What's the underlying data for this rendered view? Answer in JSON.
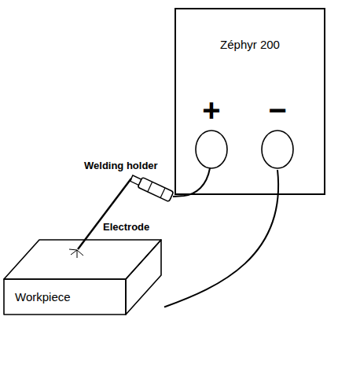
{
  "diagram": {
    "nodes": [
      {
        "text": [
          "Zéphyr 200"
        ]
      },
      {
        "text": [
          "+"
        ],
        "in": 0
      },
      {
        "text": [
          "−"
        ],
        "in": 0
      },
      {
        "text": [
          "Workpiece"
        ]
      }
    ],
    "edges": [
      {
        "from": 2,
        "to": 3,
        "arrow": "none"
      }
    ],
    "labels": [
      "Welding holder",
      "Electrode"
    ]
  }
}
